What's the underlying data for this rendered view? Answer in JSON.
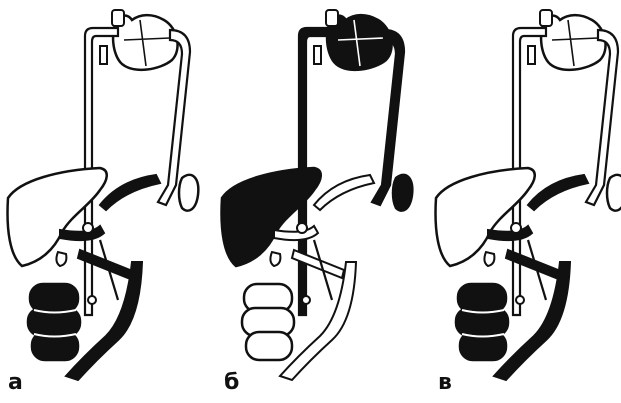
{
  "panels": [
    {
      "label": "а",
      "heart": "outline",
      "liver": "outline",
      "spleen": "outline",
      "intestine": "filled",
      "portal_vein": "filled"
    },
    {
      "label": "б",
      "heart": "filled",
      "liver": "filled",
      "spleen": "filled",
      "intestine": "outline",
      "portal_vein": "outline"
    },
    {
      "label": "в",
      "heart": "outline",
      "liver": "outline",
      "spleen": "outline",
      "intestine": "filled",
      "portal_vein": "filled"
    }
  ],
  "colors": {
    "ink": "#111111",
    "paper": "#ffffff"
  }
}
